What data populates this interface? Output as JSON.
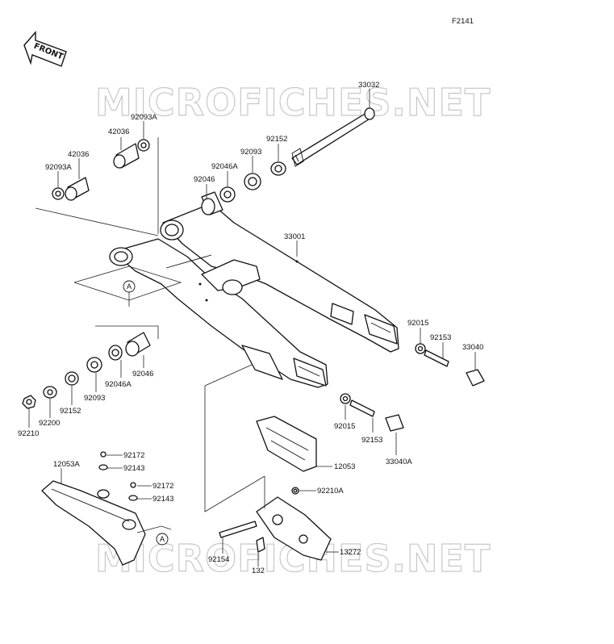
{
  "figure_code": "F2141",
  "front_arrow_label": "FRONT",
  "watermark_text": "MICROFICHES.NET",
  "reference_marks": [
    "A",
    "A"
  ],
  "parts": {
    "p33032": "33032",
    "p33001": "33001",
    "p92152_top": "92152",
    "p92093_top": "92093",
    "p92046A_top": "92046A",
    "p92046_top": "92046",
    "p42036_a": "42036",
    "p92093A_a": "92093A",
    "p42036_b": "42036",
    "p92093A_b": "92093A",
    "p92015_a": "92015",
    "p92153_a": "92153",
    "p33040": "33040",
    "p92015_b": "92015",
    "p92153_b": "92153",
    "p33040A": "33040A",
    "p92046_bot": "92046",
    "p92046A_bot": "92046A",
    "p92093_bot": "92093",
    "p92152_bot": "92152",
    "p92200": "92200",
    "p92210": "92210",
    "p12053": "12053",
    "p92172_a": "92172",
    "p92143_a": "92143",
    "p12053A": "12053A",
    "p92172_b": "92172",
    "p92143_b": "92143",
    "p92210A": "92210A",
    "p13272": "13272",
    "p92154": "92154",
    "p132": "132"
  }
}
